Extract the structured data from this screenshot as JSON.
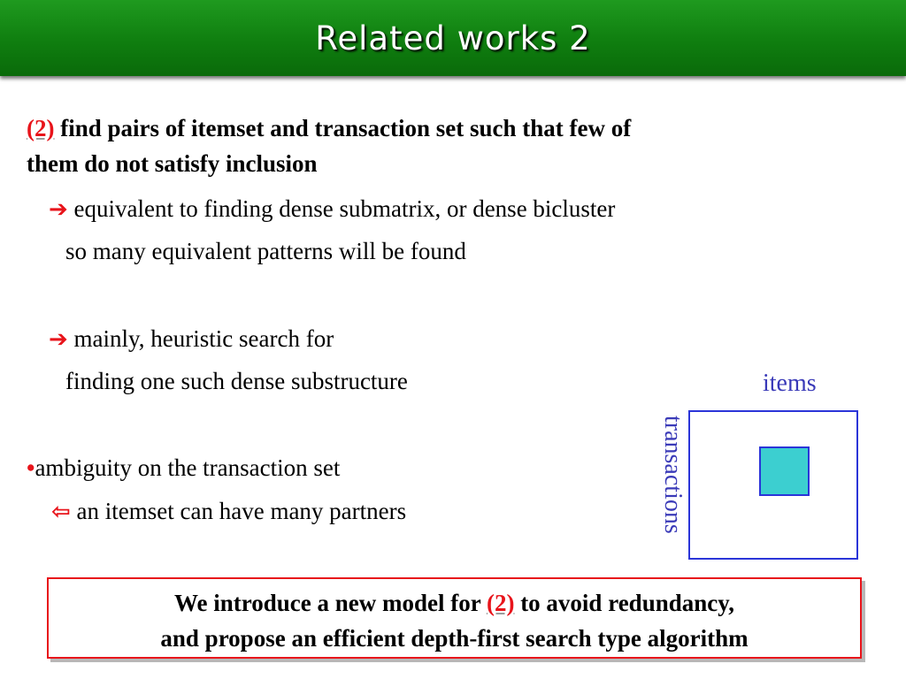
{
  "slide": {
    "title": "Related works 2"
  },
  "point2": {
    "tag": "(2)",
    "text_line1": " find pairs of itemset and transaction set such that few of",
    "text_line2": "them do not satisfy inclusion"
  },
  "arrow1": {
    "glyph": "➔",
    "text": "equivalent to finding dense submatrix, or dense bicluster",
    "cont": "so many equivalent patterns will be found"
  },
  "arrow2": {
    "glyph": "➔",
    "text": "mainly, heuristic search for",
    "cont": "finding one such dense substructure"
  },
  "bullet": {
    "glyph": "•",
    "text": "ambiguity on the transaction set"
  },
  "arrow3": {
    "glyph": "⇦",
    "text": "an itemset can have many partners"
  },
  "diagram": {
    "items_label": "items",
    "transactions_label": "transactions",
    "outer_color": "#2b35d8",
    "inner_fill": "#3ccfd0"
  },
  "conclusion": {
    "part1": "We introduce a new model for ",
    "tag": "(2)",
    "part2": " to avoid redundancy,",
    "line2": "and propose an efficient depth-first search type algorithm"
  },
  "colors": {
    "title_bar": "#0f7e0f",
    "accent_red": "#e8141b",
    "diagram_blue": "#3a3ab8"
  }
}
